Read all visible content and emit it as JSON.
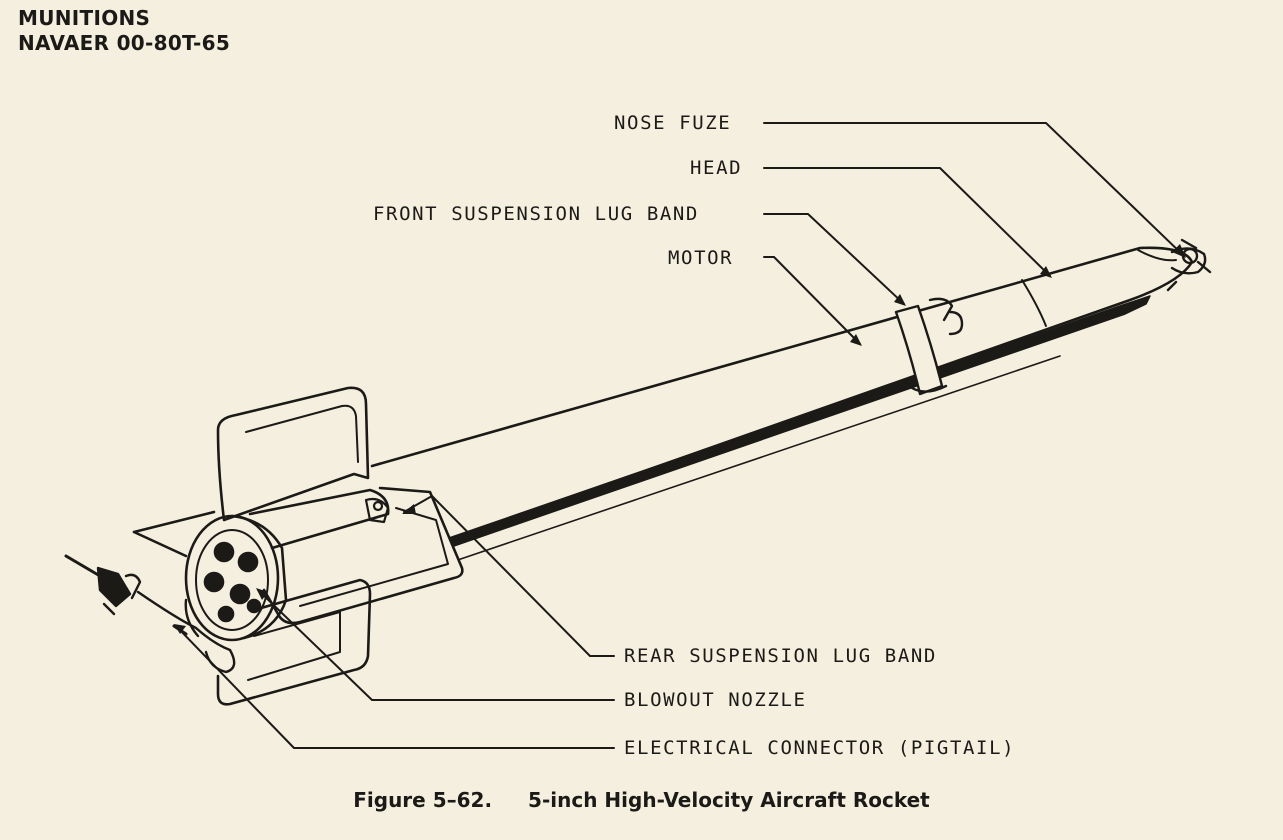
{
  "header": {
    "line1": "MUNITIONS",
    "line2": "NAVAER 00-80T-65"
  },
  "labels": {
    "nose_fuze": "NOSE FUZE",
    "head": "HEAD",
    "front_band": "FRONT SUSPENSION LUG BAND",
    "motor": "MOTOR",
    "rear_band": "REAR SUSPENSION LUG BAND",
    "blowout_nozzle": "BLOWOUT NOZZLE",
    "pigtail": "ELECTRICAL CONNECTOR (PIGTAIL)"
  },
  "caption": {
    "number": "Figure 5–62.",
    "title": "5-inch High-Velocity Aircraft Rocket"
  },
  "colors": {
    "paper": "#f4efdf",
    "ink": "#1c1a17"
  }
}
